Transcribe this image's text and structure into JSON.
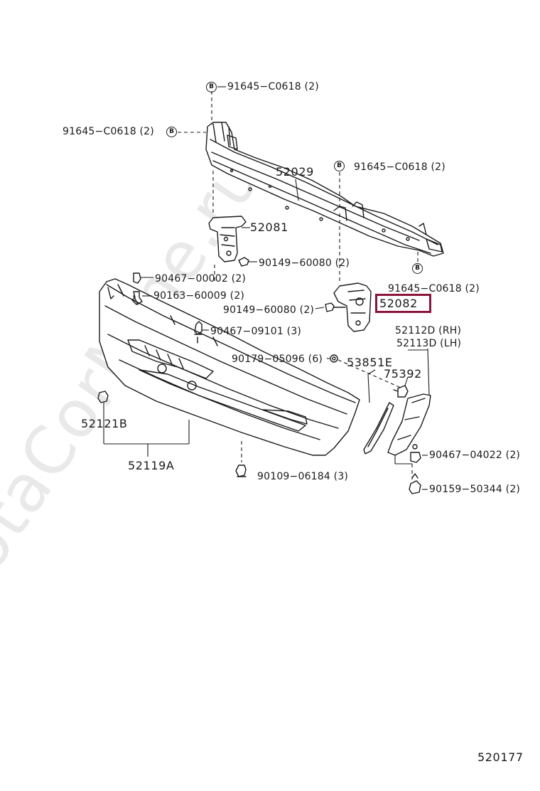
{
  "watermark": "ToyotaCorMine.ru",
  "diagram_id": "520177",
  "labels": {
    "l_91645_top": "91645−C0618 (2)",
    "l_91645_left": "91645−C0618 (2)",
    "l_91645_mid": "91645−C0618 (2)",
    "l_91645_right": "91645−C0618 (2)",
    "l_52029": "52029",
    "l_52081": "52081",
    "l_90149_a": "90149−60080 (2)",
    "l_90149_b": "90149−60080 (2)",
    "l_52082": "52082",
    "l_90467_00002": "90467−00002 (2)",
    "l_90163": "90163−60009 (2)",
    "l_90467_09101": "90467−09101 (3)",
    "l_90179": "90179−05096 (6)",
    "l_53851E": "53851E",
    "l_52112D": "52112D (RH)",
    "l_52113D": "52113D (LH)",
    "l_75392": "75392",
    "l_52121B": "52121B",
    "l_52119A": "52119A",
    "l_90109": "90109−06184 (3)",
    "l_90467_04022": "90467−04022 (2)",
    "l_90159": "90159−50344 (2)"
  },
  "marker_letter": "B",
  "highlight_color": "#8a1538"
}
